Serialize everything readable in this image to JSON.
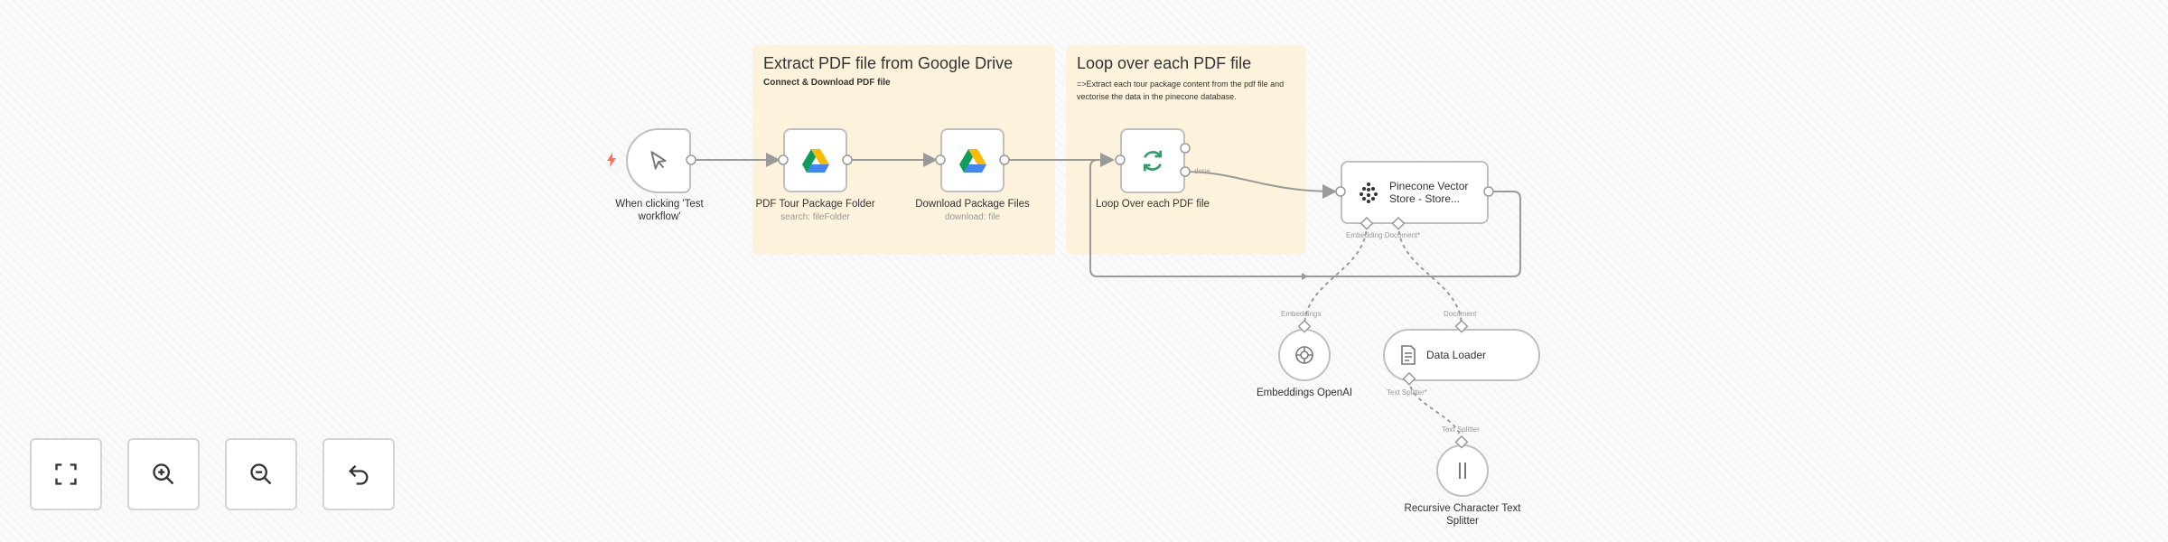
{
  "sticky_notes": [
    {
      "title": "Extract PDF file from Google Drive",
      "subtitle": "Connect & Download PDF file"
    },
    {
      "title": "Loop over each PDF file",
      "subtitle": "=>Extract each tour package content from the pdf file and vectorise the data in the pinecone database."
    }
  ],
  "nodes": {
    "trigger": {
      "label": "When clicking 'Test workflow'",
      "icon": "cursor-icon"
    },
    "gdrive_folder": {
      "label": "PDF Tour Package Folder",
      "sub": "search: fileFolder",
      "icon": "google-drive-icon"
    },
    "gdrive_download": {
      "label": "Download Package Files",
      "sub": "download: file",
      "icon": "google-drive-icon"
    },
    "loop": {
      "label": "Loop Over each PDF file",
      "done_label": "done",
      "icon": "refresh-icon"
    },
    "pinecone": {
      "label": "Pinecone Vector Store - Store...",
      "icon": "pinecone-icon",
      "ports": "Embedding Document*"
    },
    "embeddings": {
      "label": "Embeddings OpenAI",
      "port_label": "Embeddings",
      "icon": "openai-icon"
    },
    "loader": {
      "label": "Data Loader",
      "port_label": "Document",
      "bottom_port": "Text Splitter*",
      "icon": "document-icon"
    },
    "splitter": {
      "label": "Recursive Character Text Splitter",
      "port_label": "Text Splitter",
      "icon": "splitter-icon"
    }
  },
  "controls": [
    {
      "name": "fit-view",
      "icon": "fullscreen-icon"
    },
    {
      "name": "zoom-in",
      "icon": "zoom-in-icon"
    },
    {
      "name": "zoom-out",
      "icon": "zoom-out-icon"
    },
    {
      "name": "undo",
      "icon": "undo-icon"
    }
  ],
  "colors": {
    "sticky": "#fdf3dc",
    "trigger_bolt": "#ff6d5a",
    "loop_green": "#2e9e6a",
    "wire": "#9a9a9a"
  }
}
